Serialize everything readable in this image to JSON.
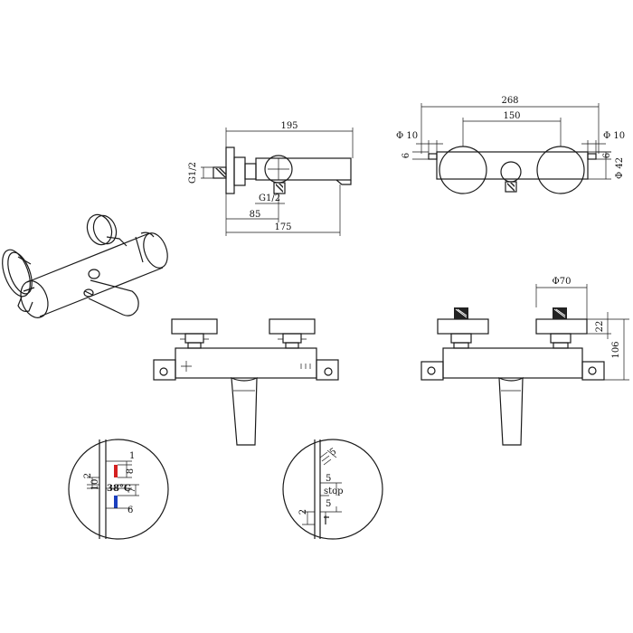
{
  "colors": {
    "line": "#1a1a1a",
    "hot": "#d42020",
    "cold": "#1a3fbf",
    "fill": "#ffffff",
    "dark": "#222222"
  },
  "side_view": {
    "overall_length": "195",
    "inlet_thread": "G1/2",
    "outlet_thread": "G1/2",
    "inlet_to_outlet": "85",
    "spout_length": "175"
  },
  "top_view": {
    "overall_width": "268",
    "center_distance": "150",
    "left_pipe_dia": "Φ 10",
    "right_pipe_dia": "Φ 10",
    "inset": "6",
    "right_inset": "6",
    "body_dia": "Φ 42"
  },
  "right_front_view": {
    "handle_dia": "Φ70",
    "handle_height": "22",
    "total_height": "106"
  },
  "detail_temperature": {
    "dim_1": "1",
    "dim_8": "8",
    "dim_7": "7",
    "dim_2": "2",
    "dim_10": "10",
    "dim_6": "6",
    "temp_label": "38°C"
  },
  "detail_flow": {
    "dim_5a": "5",
    "dim_5b": "5",
    "dim_5c": "5",
    "dim_2": "2",
    "sub_label": "stop"
  }
}
